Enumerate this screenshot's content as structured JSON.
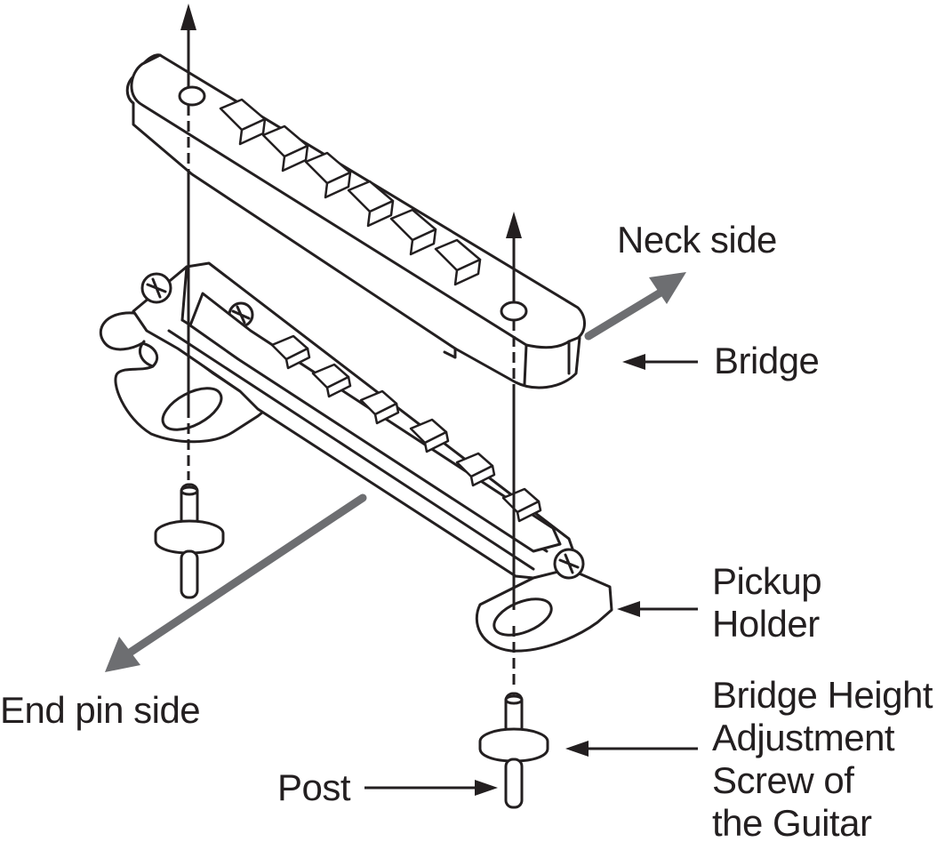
{
  "labels": {
    "neck_side": "Neck side",
    "bridge": "Bridge",
    "pickup_holder_line1": "Pickup",
    "pickup_holder_line2": "Holder",
    "end_pin_side": "End pin side",
    "screw_line1": "Bridge Height",
    "screw_line2": "Adjustment",
    "screw_line3": "Screw of",
    "screw_line4": "the Guitar",
    "post": "Post"
  },
  "colors": {
    "line": "#231f20",
    "direction_arrow": "#6d6e71",
    "background": "#ffffff"
  }
}
